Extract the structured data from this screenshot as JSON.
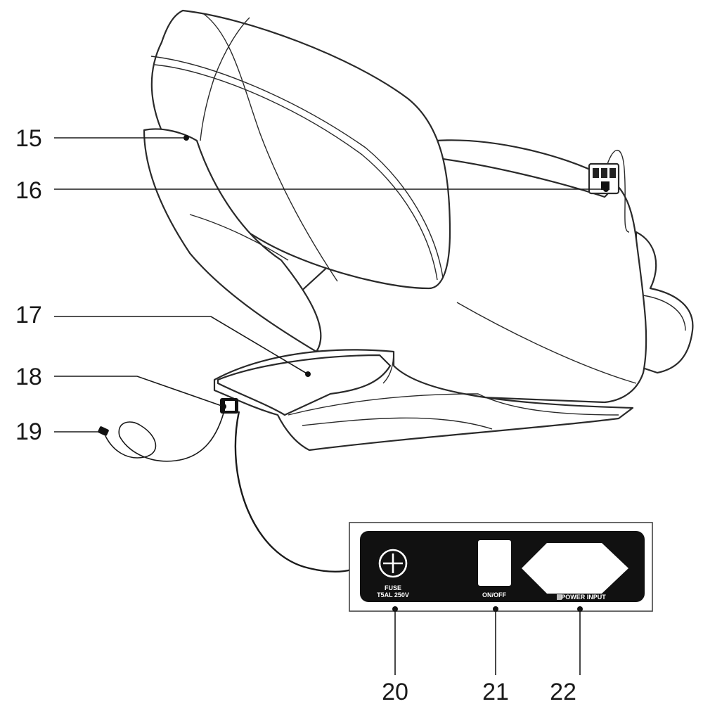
{
  "callouts": {
    "c15": "15",
    "c16": "16",
    "c17": "17",
    "c18": "18",
    "c19": "19",
    "c20": "20",
    "c21": "21",
    "c22": "22"
  },
  "panel": {
    "fuse_label": "FUSE",
    "fuse_rating": "T5AL 250V",
    "switch_label": "ON/OFF",
    "power_label": "POWER INPUT"
  },
  "icons": [
    "fuse-plus-icon",
    "power-plug-icon",
    "switch-icon"
  ]
}
